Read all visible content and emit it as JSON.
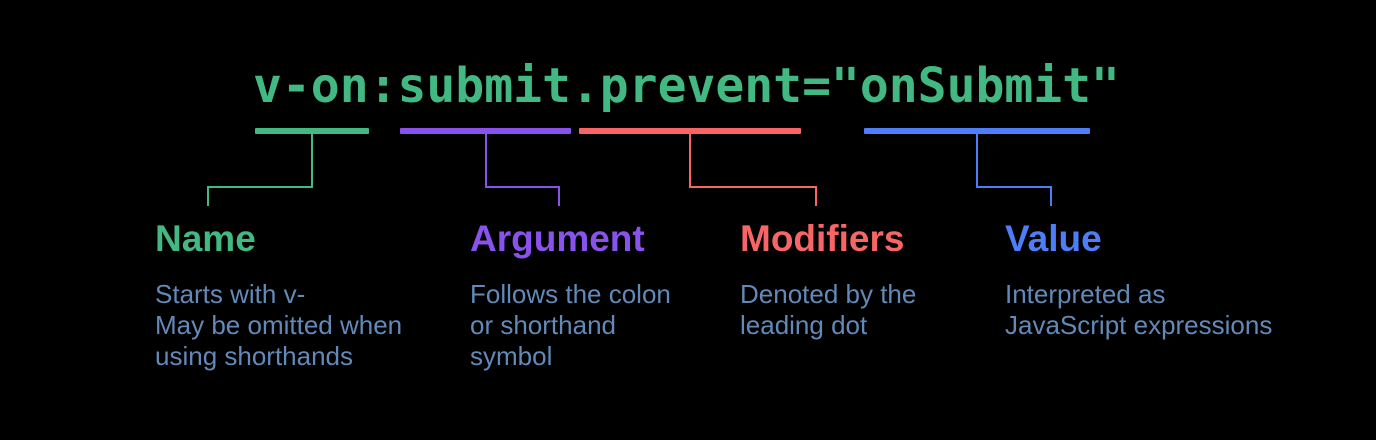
{
  "diagram": {
    "code": "v-on:submit.prevent=\"onSubmit\"",
    "sections": [
      {
        "id": "name",
        "label": "Name",
        "underline_segment": "v-on",
        "description": "Starts with v-\nMay be omitted when\nusing shorthands"
      },
      {
        "id": "argument",
        "label": "Argument",
        "underline_segment": "submit",
        "description": "Follows the colon\nor shorthand\nsymbol"
      },
      {
        "id": "modifiers",
        "label": "Modifiers",
        "underline_segment": ".prevent",
        "description": "Denoted by the\nleading dot"
      },
      {
        "id": "value",
        "label": "Value",
        "underline_segment": "onSubmit",
        "description": "Interpreted as\nJavaScript expressions"
      }
    ]
  },
  "colors": {
    "background": "#000000",
    "code": "#42b883",
    "name_accent": "#42b883",
    "argument_accent": "#8a52ec",
    "modifiers_accent": "#f76565",
    "value_accent": "#4d7df9",
    "description_text": "#6289b8"
  }
}
